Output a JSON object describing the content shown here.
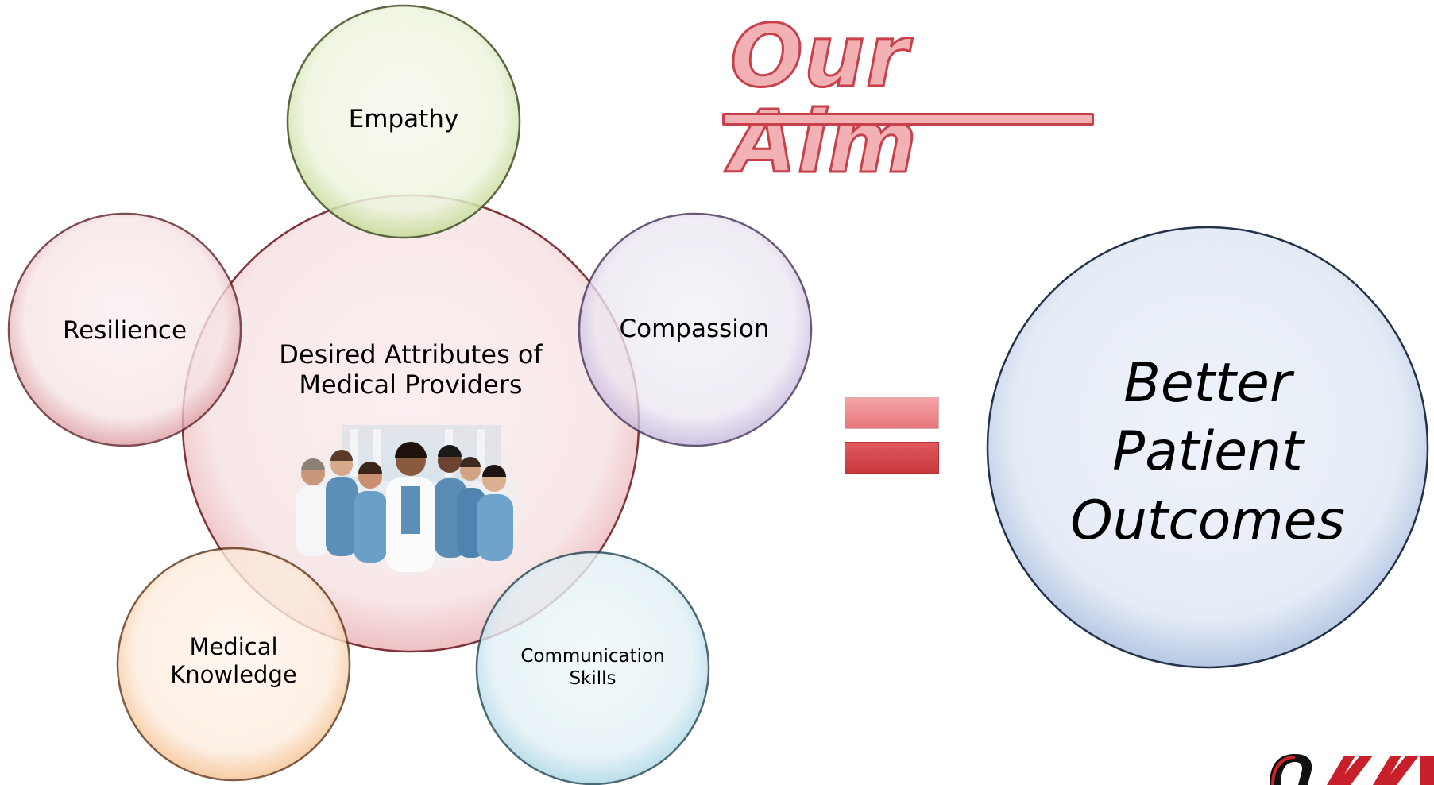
{
  "title": "Our Aim",
  "center": {
    "label_line1": "Desired Attributes of",
    "label_line2": "Medical Providers",
    "image": "medical-team-photo"
  },
  "attributes": {
    "empathy": "Empathy",
    "resilience": "Resilience",
    "compassion": "Compassion",
    "medical_knowledge_line1": "Medical",
    "medical_knowledge_line2": "Knowledge",
    "communication_line1": "Communication",
    "communication_line2": "Skills"
  },
  "operator": "equals-sign",
  "result": {
    "line1": "Better",
    "line2": "Patient",
    "line3": "Outcomes"
  },
  "colors": {
    "center": "#c0505a",
    "empathy": "#8fb04a",
    "resilience": "#a83a44",
    "compassion": "#8a6fae",
    "medical_knowledge": "#e8924a",
    "communication": "#4ba3c0",
    "result": "#2f4e80",
    "title": "#c8404a"
  }
}
